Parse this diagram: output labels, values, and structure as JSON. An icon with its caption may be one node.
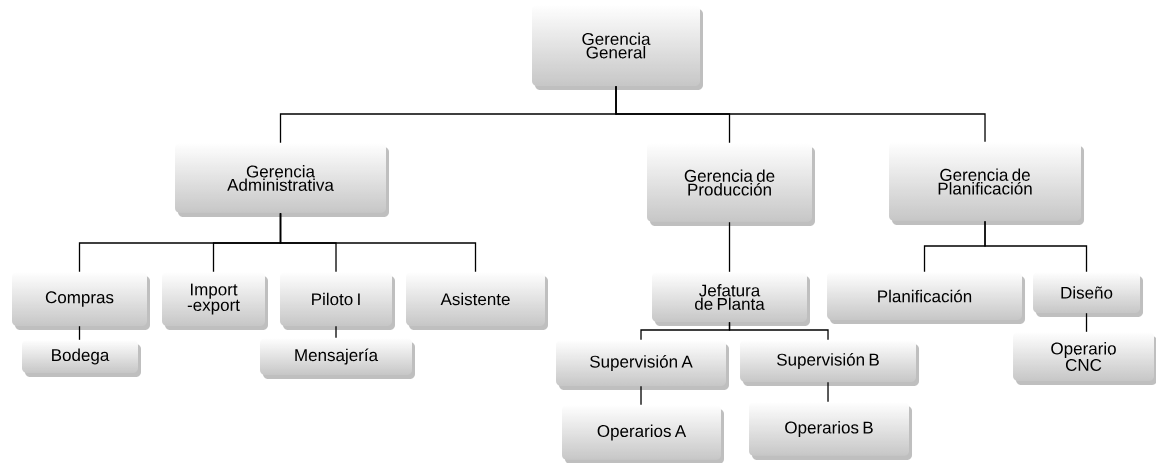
{
  "diagram": {
    "nodes": [
      {
        "text": [
          "Gerencia General"
        ]
      },
      {
        "text": [
          "Gerencia Administrativa"
        ]
      },
      {
        "text": [
          "Gerencia de Producción"
        ]
      },
      {
        "text": [
          "Gerencia de Planificación"
        ]
      },
      {
        "text": [
          "Compras"
        ]
      },
      {
        "text": [
          "Import -export"
        ]
      },
      {
        "text": [
          "Piloto I"
        ]
      },
      {
        "text": [
          "Asistente"
        ]
      },
      {
        "text": [
          "Bodega"
        ]
      },
      {
        "text": [
          "Mensajería"
        ]
      },
      {
        "text": [
          "Jefatura de Planta"
        ]
      },
      {
        "text": [
          "Supervisión A"
        ]
      },
      {
        "text": [
          "Supervisión B"
        ]
      },
      {
        "text": [
          "Operarios A"
        ]
      },
      {
        "text": [
          "Operarios B"
        ]
      },
      {
        "text": [
          "Planificación"
        ]
      },
      {
        "text": [
          "Diseño"
        ]
      },
      {
        "text": [
          "Operario CNC"
        ]
      }
    ],
    "edges": [
      {
        "from": 0,
        "to": 1,
        "arrow": "none"
      },
      {
        "from": 0,
        "to": 2,
        "arrow": "none"
      },
      {
        "from": 0,
        "to": 3,
        "arrow": "none"
      },
      {
        "from": 1,
        "to": 4,
        "arrow": "none"
      },
      {
        "from": 1,
        "to": 5,
        "arrow": "none"
      },
      {
        "from": 1,
        "to": 6,
        "arrow": "none"
      },
      {
        "from": 1,
        "to": 7,
        "arrow": "none"
      },
      {
        "from": 4,
        "to": 8,
        "arrow": "none"
      },
      {
        "from": 6,
        "to": 9,
        "arrow": "none"
      },
      {
        "from": 2,
        "to": 10,
        "arrow": "none"
      },
      {
        "from": 10,
        "to": 11,
        "arrow": "none"
      },
      {
        "from": 10,
        "to": 12,
        "arrow": "none"
      },
      {
        "from": 11,
        "to": 13,
        "arrow": "none"
      },
      {
        "from": 12,
        "to": 14,
        "arrow": "none"
      },
      {
        "from": 3,
        "to": 15,
        "arrow": "none"
      },
      {
        "from": 3,
        "to": 16,
        "arrow": "none"
      },
      {
        "from": 16,
        "to": 17,
        "arrow": "none"
      }
    ]
  }
}
